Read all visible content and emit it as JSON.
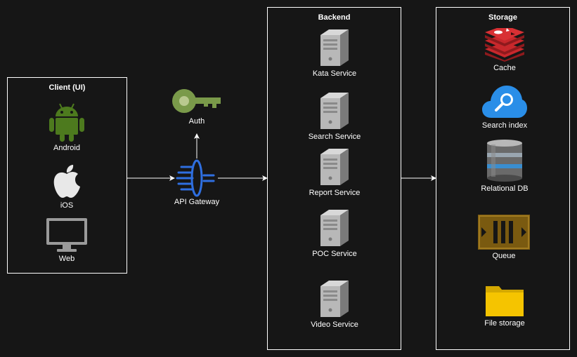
{
  "colors": {
    "background": "#161616",
    "border": "#ffffff",
    "android": "#4d7a1e",
    "key": "#7a9a4a",
    "gateway": "#2f6fe0",
    "redis": "#c8282c",
    "search": "#2a8ee8",
    "queue": "#7a5a10",
    "folder": "#f5c400"
  },
  "client": {
    "title": "Client (UI)",
    "items": [
      {
        "label": "Android",
        "icon": "android-icon"
      },
      {
        "label": "iOS",
        "icon": "apple-icon"
      },
      {
        "label": "Web",
        "icon": "monitor-icon"
      }
    ]
  },
  "middle": {
    "auth": {
      "label": "Auth",
      "icon": "key-icon"
    },
    "gateway": {
      "label": "API Gateway",
      "icon": "api-gateway-icon"
    }
  },
  "backend": {
    "title": "Backend",
    "services": [
      {
        "label": "Kata Service",
        "icon": "server-icon"
      },
      {
        "label": "Search Service",
        "icon": "server-icon"
      },
      {
        "label": "Report Service",
        "icon": "server-icon"
      },
      {
        "label": "POC Service",
        "icon": "server-icon"
      },
      {
        "label": "Video Service",
        "icon": "server-icon"
      }
    ]
  },
  "storage": {
    "title": "Storage",
    "items": [
      {
        "label": "Cache",
        "icon": "redis-icon"
      },
      {
        "label": "Search index",
        "icon": "search-cloud-icon"
      },
      {
        "label": "Relational DB",
        "icon": "database-icon"
      },
      {
        "label": "Queue",
        "icon": "queue-icon"
      },
      {
        "label": "File storage",
        "icon": "folder-icon"
      }
    ]
  }
}
